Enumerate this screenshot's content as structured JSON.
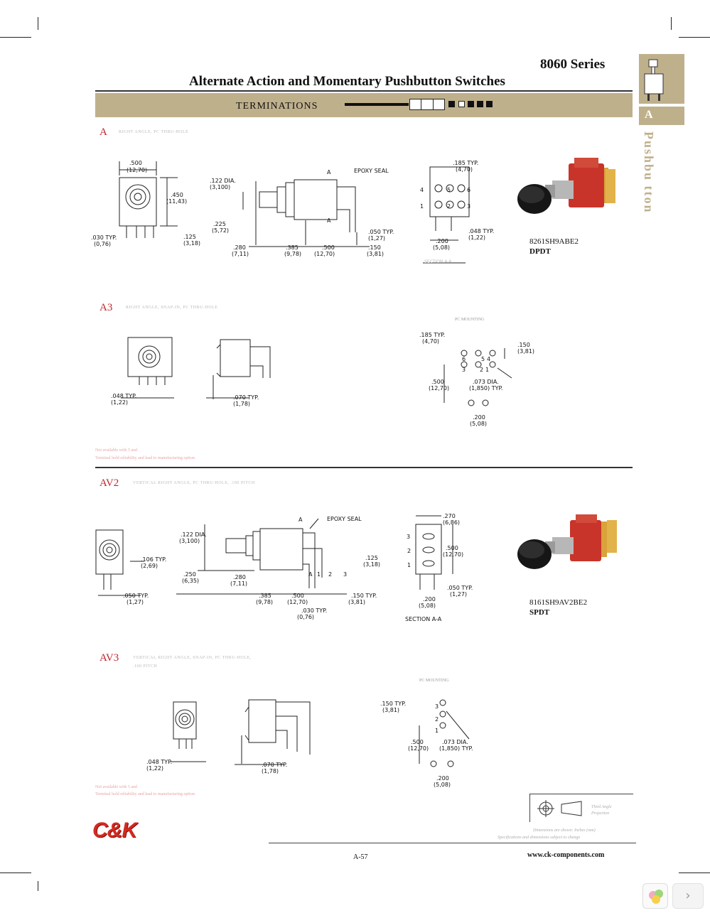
{
  "header": {
    "series": "8060 Series",
    "title": "Alternate Action and Momentary Pushbutton Switches",
    "band_label": "TERMINATIONS"
  },
  "side_tab": {
    "letter": "A",
    "word": "Pushbu tton"
  },
  "sections": [
    {
      "code": "A",
      "subtitle": "RIGHT ANGLE, PC THRU-HOLE",
      "dims": {
        "w1": ".500",
        "w1mm": "(12,70)",
        "h1": ".450",
        "h1mm": "(11,43)",
        "dia": ".122 DIA.",
        "diamm": "(3,100)",
        "seal": "EPOXY SEAL",
        "typ030": ".030 TYP.",
        "typ030mm": "(0,76)",
        "d125": ".125",
        "d125mm": "(3,18)",
        "d225": ".225",
        "d225mm": "(5,72)",
        "d280": ".280",
        "d280mm": "(7,11)",
        "d385": ".385",
        "d385mm": "(9,78)",
        "d500": ".500",
        "d500mm": "(12,70)",
        "d150": ".150",
        "d150mm": "(3,81)",
        "d050": ".050 TYP.",
        "d050mm": "(1,27)",
        "d185": ".185 TYP.",
        "d185mm": "(4,70)",
        "d048": ".048 TYP.",
        "d048mm": "(1,22)",
        "d200": ".200",
        "d200mm": "(5,08)",
        "section": "SECTION A-A",
        "a": "A"
      },
      "photo": {
        "part": "8261SH9ABE2",
        "type": "DPDT"
      }
    },
    {
      "code": "A3",
      "subtitle": "RIGHT ANGLE, SNAP-IN, PC THRU-HOLE",
      "dims": {
        "pc": "PC MOUNTING",
        "d185": ".185 TYP.",
        "d185mm": "(4,70)",
        "d150": ".150",
        "d150mm": "(3,81)",
        "d500": ".500",
        "d500mm": "(12,70)",
        "d073": ".073 DIA.",
        "d073mm": "(1,850) TYP.",
        "d200": ".200",
        "d200mm": "(5,08)",
        "d048": ".048 TYP.",
        "d048mm": "(1,22)",
        "d070": ".070 TYP.",
        "d070mm": "(1,78)"
      },
      "note1": "Not available with 5 and",
      "note2": "Terminal hold reliability and lead to manufacturing option."
    },
    {
      "code": "AV2",
      "subtitle": "VERTICAL RIGHT ANGLE, PC THRU-HOLE, .100 PITCH",
      "dims": {
        "dia": ".122 DIA.",
        "diamm": "(3,100)",
        "seal": "EPOXY SEAL",
        "d106": ".106 TYP.",
        "d106mm": "(2,69)",
        "d250": ".250",
        "d250mm": "(6,35)",
        "d280": ".280",
        "d280mm": "(7,11)",
        "d385": ".385",
        "d385mm": "(9,78)",
        "d500": ".500",
        "d500mm": "(12,70)",
        "d030": ".030 TYP.",
        "d030mm": "(0,76)",
        "d125": ".125",
        "d125mm": "(3,18)",
        "d150": ".150 TYP.",
        "d150mm": "(3,81)",
        "d050": ".050 TYP.",
        "d050mm": "(1,27)",
        "d270": ".270",
        "d270mm": "(6,86)",
        "d500b": ".500",
        "d500bmm": "(12,70)",
        "d200": ".200",
        "d200mm": "(5,08)",
        "section": "SECTION A-A",
        "a": "A"
      },
      "photo": {
        "part": "8161SH9AV2BE2",
        "type": "SPDT"
      }
    },
    {
      "code": "AV3",
      "subtitle": "VERTICAL RIGHT ANGLE, SNAP-IN, PC THRU-HOLE,",
      "subtitle2": ".100 PITCH",
      "dims": {
        "pc": "PC MOUNTING",
        "d150": ".150 TYP.",
        "d150mm": "(3,81)",
        "d500": ".500",
        "d500mm": "(12,70)",
        "d073": ".073 DIA.",
        "d073mm": "(1,850) TYP.",
        "d200": ".200",
        "d200mm": "(5,08)",
        "d048": ".048 TYP.",
        "d048mm": "(1,22)",
        "d070": ".070 TYP.",
        "d070mm": "(1,78)"
      },
      "note1": "Not available with 5 and",
      "note2": "Terminal hold reliability and lead to manufacturing option."
    }
  ],
  "footer": {
    "logo": "C&K",
    "legend1": "Third Angle",
    "legend2": "Projection",
    "disclaimer1": "Dimensions are shown: Inches (mm)",
    "disclaimer2": "Specifications and dimensions subject to change",
    "page": "A-57",
    "website": "www.ck-components.com"
  },
  "colors": {
    "accent": "#bfb08c",
    "section_code": "#c0262c",
    "logo": "#d42a20"
  }
}
